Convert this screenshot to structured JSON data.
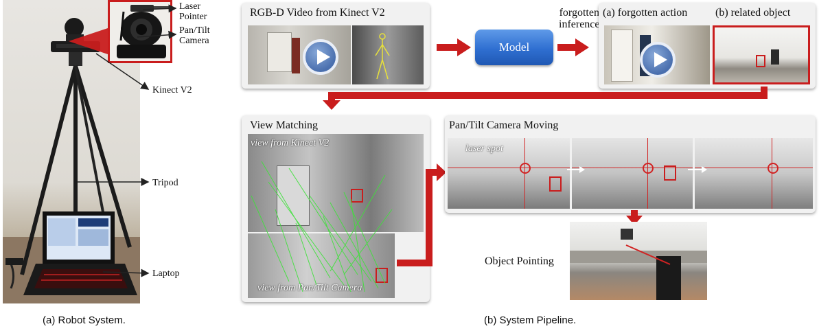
{
  "left": {
    "labels": {
      "laser_pointer": "Laser\nPointer",
      "pan_tilt_camera": "Pan/Tilt\nCamera",
      "kinect": "Kinect V2",
      "tripod": "Tripod",
      "laptop": "Laptop"
    },
    "caption": "(a)  Robot System."
  },
  "pipeline": {
    "rgbd_title": "RGB-D Video from Kinect V2",
    "model_label": "Model",
    "forgotten_inference": "forgotten\ninference",
    "forgotten_action": "(a) forgotten action",
    "related_object": "(b) related object",
    "view_matching_title": "View Matching",
    "view_from_kinect": "view from Kinect V2",
    "view_from_pantilt": "view from Pan/Tilt Camera",
    "pantilt_moving_title": "Pan/Tilt Camera Moving",
    "laser_spot": "laser spot",
    "object_pointing": "Object Pointing",
    "caption": "(b)  System Pipeline."
  },
  "colors": {
    "arrow_red": "#c91d1d",
    "model_blue": "#2f6fd1",
    "panel_bg": "#f1f1f1"
  }
}
